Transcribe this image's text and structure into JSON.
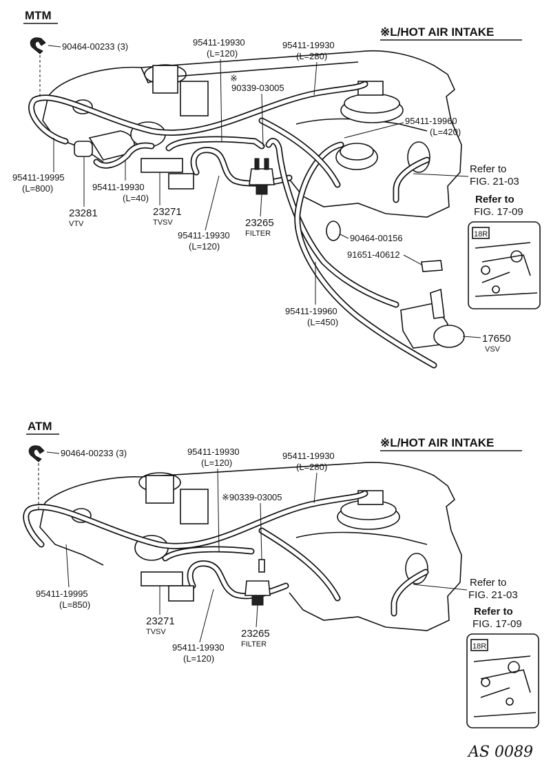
{
  "mtm": {
    "section_title": "MTM",
    "intake_header": "※L/HOT AIR INTAKE",
    "labels": {
      "clip_top": "90464-00233 (3)",
      "hose_120_top_num": "95411-19930",
      "hose_120_top_len": "(L=120)",
      "hose_280_num": "95411-19930",
      "hose_280_len": "(L=280)",
      "asterisk": "※",
      "check_valve": "90339-03005",
      "hose_420_num": "95411-19960",
      "hose_420_len": "(L=420)",
      "refer_21_a": "Refer to",
      "refer_21_b": "FIG. 21-03",
      "refer_17_a": "Refer to",
      "refer_17_b": "FIG. 17-09",
      "hose_800_num": "95411-19995",
      "hose_800_len": "(L=800)",
      "hose_40_num": "95411-19930",
      "hose_40_len": "(L=40)",
      "vtv_num": "23281",
      "vtv_name": "VTV",
      "tvsv_num": "23271",
      "tvsv_name": "TVSV",
      "filter_num": "23265",
      "filter_name": "FILTER",
      "hose_120_bot_num": "95411-19930",
      "hose_120_bot_len": "(L=120)",
      "clamp": "90464-00156",
      "bolt": "91651-40612",
      "hose_450_num": "95411-19960",
      "hose_450_len": "(L=450)",
      "vsv_num": "17650",
      "vsv_name": "VSV",
      "inset_tag": "18R"
    }
  },
  "atm": {
    "section_title": "ATM",
    "intake_header": "※L/HOT AIR INTAKE",
    "labels": {
      "clip_top": "90464-00233 (3)",
      "hose_120_top_num": "95411-19930",
      "hose_120_top_len": "(L=120)",
      "hose_280_num": "95411-19930",
      "hose_280_len": "(L=280)",
      "check_valve": "※90339-03005",
      "refer_21_a": "Refer to",
      "refer_21_b": "FIG. 21-03",
      "refer_17_a": "Refer to",
      "refer_17_b": "FIG. 17-09",
      "hose_850_num": "95411-19995",
      "hose_850_len": "(L=850)",
      "tvsv_num": "23271",
      "tvsv_name": "TVSV",
      "filter_num": "23265",
      "filter_name": "FILTER",
      "hose_120_bot_num": "95411-19930",
      "hose_120_bot_len": "(L=120)",
      "inset_tag": "18R"
    }
  },
  "footer_note": "AS 0089"
}
